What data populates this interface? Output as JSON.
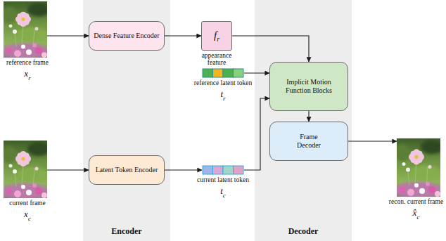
{
  "diagram": {
    "nodes": [
      {
        "text": [
          "reference frame",
          "x",
          "r"
        ]
      },
      {
        "text": [
          "Encoder"
        ]
      },
      {
        "text": [
          "Dense Feature Encoder"
        ],
        "in": 1
      },
      {
        "text": [
          "Latent Token Encoder"
        ],
        "in": 1
      },
      {
        "text": [
          "f",
          "r",
          "appearance feature"
        ]
      },
      {
        "text": [
          "reference latent token",
          "t",
          "r"
        ]
      },
      {
        "text": [
          "current latent token",
          "t",
          "c"
        ]
      },
      {
        "text": [
          "Decoder"
        ]
      },
      {
        "text": [
          "Implicit Motion Function Blocks"
        ],
        "in": 7
      },
      {
        "text": [
          "Frame Decoder"
        ],
        "in": 7
      },
      {
        "text": [
          "current frame",
          "x",
          "c"
        ]
      },
      {
        "text": [
          "recon. current frame",
          "x̂",
          "c"
        ]
      }
    ],
    "edges": [
      {
        "from": 0,
        "to": 2,
        "arrow": "to"
      },
      {
        "from": 2,
        "to": 4,
        "arrow": "to"
      },
      {
        "from": 4,
        "to": 8,
        "arrow": "to"
      },
      {
        "from": 5,
        "to": 8,
        "arrow": "to"
      },
      {
        "from": 10,
        "to": 3,
        "arrow": "to"
      },
      {
        "from": 3,
        "to": 6,
        "arrow": "to"
      },
      {
        "from": 6,
        "to": 8,
        "arrow": "to"
      },
      {
        "from": 8,
        "to": 9,
        "arrow": "to"
      },
      {
        "from": 9,
        "to": 11,
        "arrow": "to"
      }
    ]
  }
}
